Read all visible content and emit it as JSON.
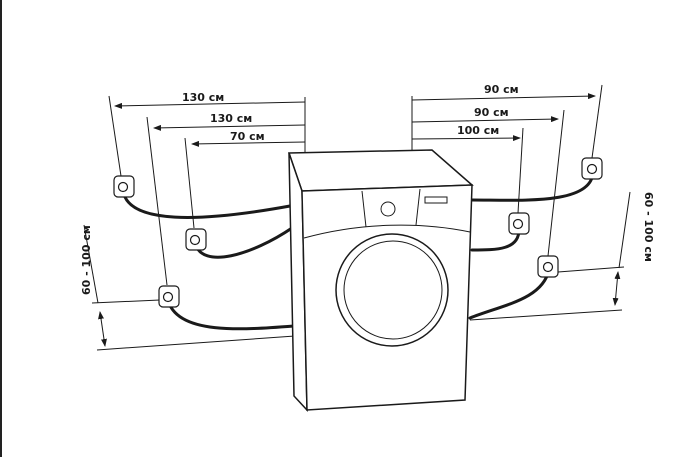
{
  "left_dimensions": [
    "130 см",
    "130 см",
    "70 см"
  ],
  "right_dimensions": [
    "90 см",
    "90 см",
    "100 см"
  ],
  "left_height": "60 - 100 см",
  "right_height": "60 - 100 см",
  "colors": {
    "line": "#1a1a1a",
    "background": "#ffffff"
  }
}
